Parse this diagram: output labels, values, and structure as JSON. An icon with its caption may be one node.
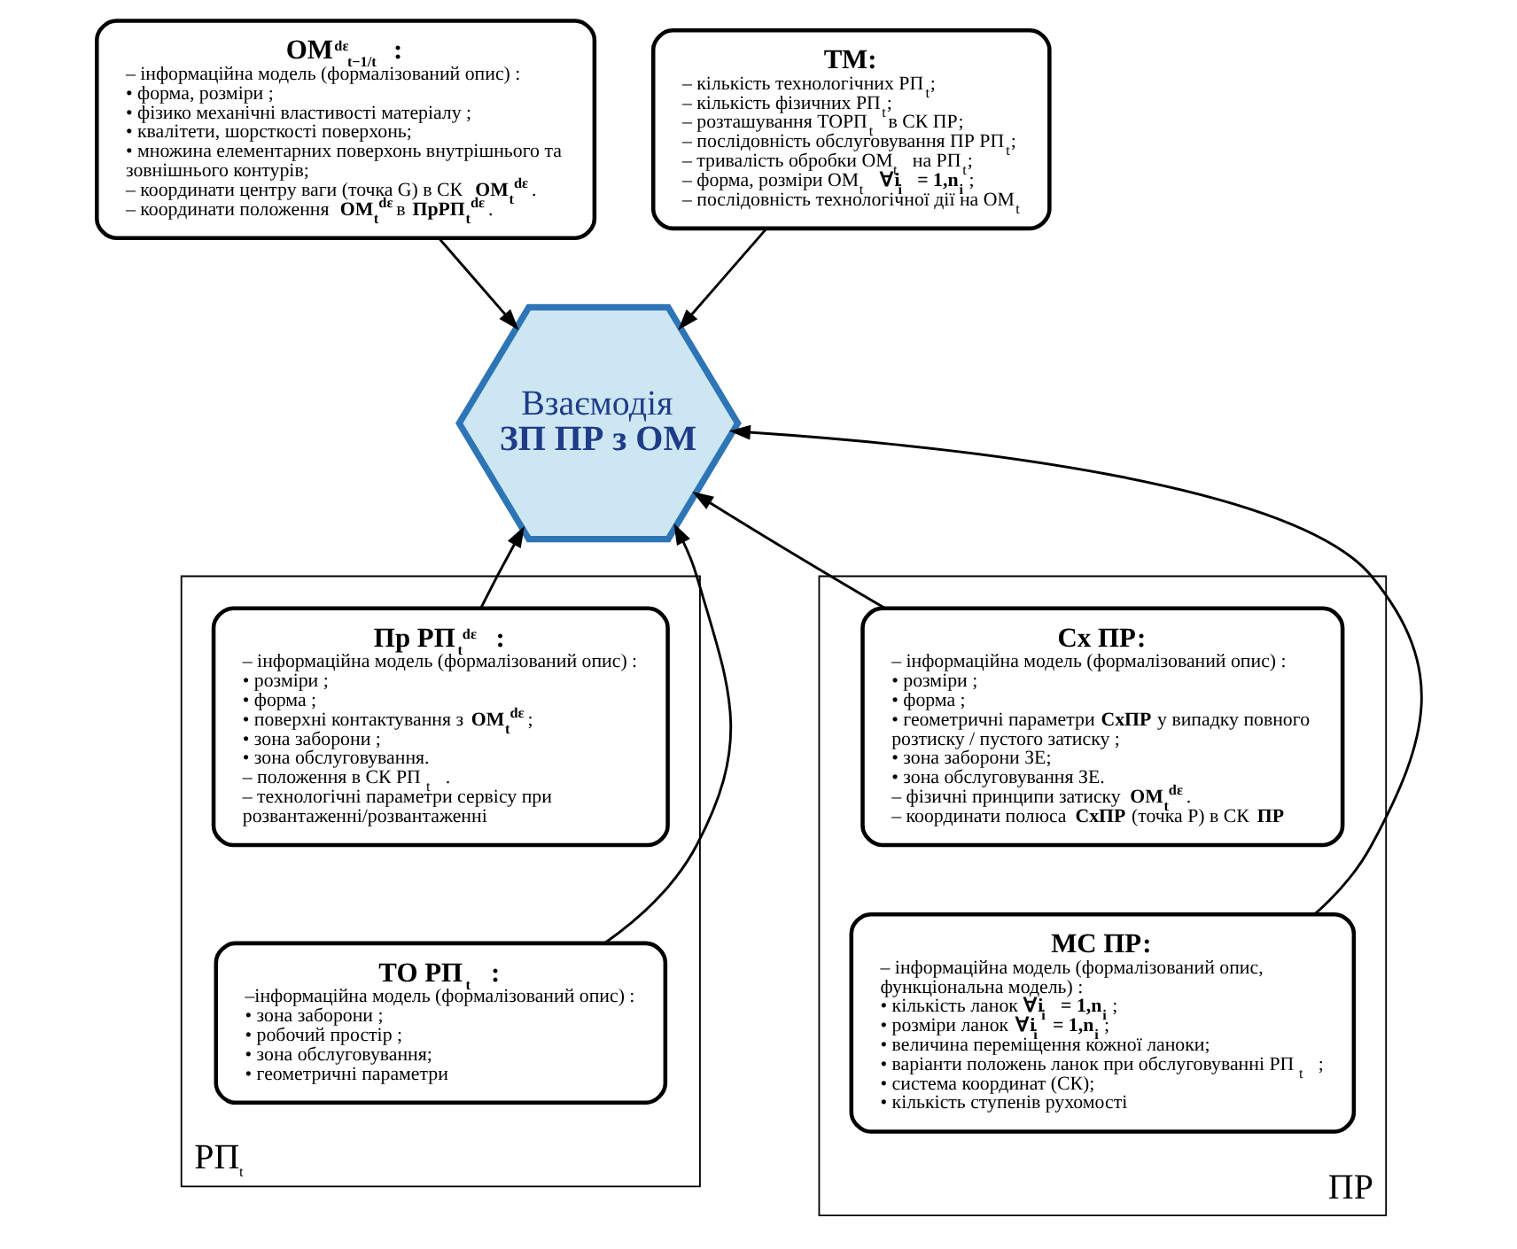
{
  "diagram": {
    "nodes": [
      {
        "text": [
          "ОМ$^{dε}$$_{t−1/t}$ :",
          "– інформаційна модель (формалізований опис) :",
          "• форма, розміри ;",
          "• фізико механічні властивості матеріалу ;",
          "• квалітети, шорсткості поверхонь;",
          "• множина елементарних поверхонь внутрішнього та зовнішнього контурів;",
          "– координати центру ваги (точка G) в СК **ОМ$_{t}$$^{dε}$** .",
          "– координати положення **ОМ$_{t}$$^{dε}$** в **ПрРП$_{t}$$^{dε}$** ."
        ]
      },
      {
        "text": [
          "ТМ:",
          "– кількість технологічних РП$_{t}$;",
          "– кількість фізичних РП$_{t}$;",
          "– розташування ТОРП$_{t}$ в СК ПР;",
          "– послідовність обслуговування ПР РП$_{t}$;",
          "– тривалість обробки ОМ$_{t}$ на РП$_{t}$;",
          "– форма, розміри ОМ$_{t}$ **∀i$_{i}$ = 1,n$_{i}$** ;",
          "– послідовність технологічної дії на ОМ$_{t}$"
        ]
      },
      {
        "text": [
          "РП$_{t}$"
        ]
      },
      {
        "text": [
          "Пр РП$_{t}$$^{dε}$ :",
          "– інформаційна модель (формалізований опис) :",
          "• розміри ;",
          "• форма ;",
          "• поверхні контактування з **ОМ$_{t}$$^{dε}$** ;",
          "• зона заборони ;",
          "• зона обслуговування.",
          "– положення в СК РП$_{t}$ .",
          "– технологічні параметри сервісу при розвантаженні/розвантаженні"
        ],
        "in": 2
      },
      {
        "text": [
          "ТО РП$_{t}$ :",
          "–інформаційна модель (формалізований опис) :",
          "• зона заборони ;",
          "• робочий простір ;",
          "• зона обслуговування;",
          "• геометричні параметри"
        ],
        "in": 2
      },
      {
        "text": [
          "Взаємодія",
          "ЗП ПР з ОМ"
        ]
      },
      {
        "text": [
          "ПР"
        ]
      },
      {
        "text": [
          "Сх ПР:",
          "– інформаційна модель (формалізований опис) :",
          "• розміри ;",
          "• форма ;",
          "• геометричні параметри **СхПР** у випадку повного розтиску / пустого затиску ;",
          "• зона заборони ЗЕ;",
          "• зона обслуговування ЗЕ.",
          "– фізичні принципи затиску **ОМ$_{t}$$^{dε}$** .",
          "– координати полюса **СхПР** (точка Р) в СК **ПР**"
        ],
        "in": 6
      },
      {
        "text": [
          "МС ПР:",
          "– інформаційна модель (формалізований опис, функціональна модель) :",
          "• кількість ланок **∀i$_{i}$ = 1,n$_{i}$** ;",
          "• розміри ланок **∀i$_{i}$ = 1,n$_{i}$** ;",
          "• величина переміщення кожної ланоки;",
          "• варіанти положень ланок при обслуговуванні РП$_{t}$ ;",
          "• система координат (СК);",
          "• кількість ступенів рухомості"
        ],
        "in": 6
      }
    ],
    "edges": [
      {
        "from": 0,
        "to": 5,
        "arrow": "to"
      },
      {
        "from": 1,
        "to": 5,
        "arrow": "to"
      },
      {
        "from": 3,
        "to": 5,
        "arrow": "to"
      },
      {
        "from": 7,
        "to": 5,
        "arrow": "to"
      },
      {
        "from": 4,
        "to": 5,
        "arrow": "to"
      },
      {
        "from": 8,
        "to": 5,
        "arrow": "to"
      }
    ]
  }
}
